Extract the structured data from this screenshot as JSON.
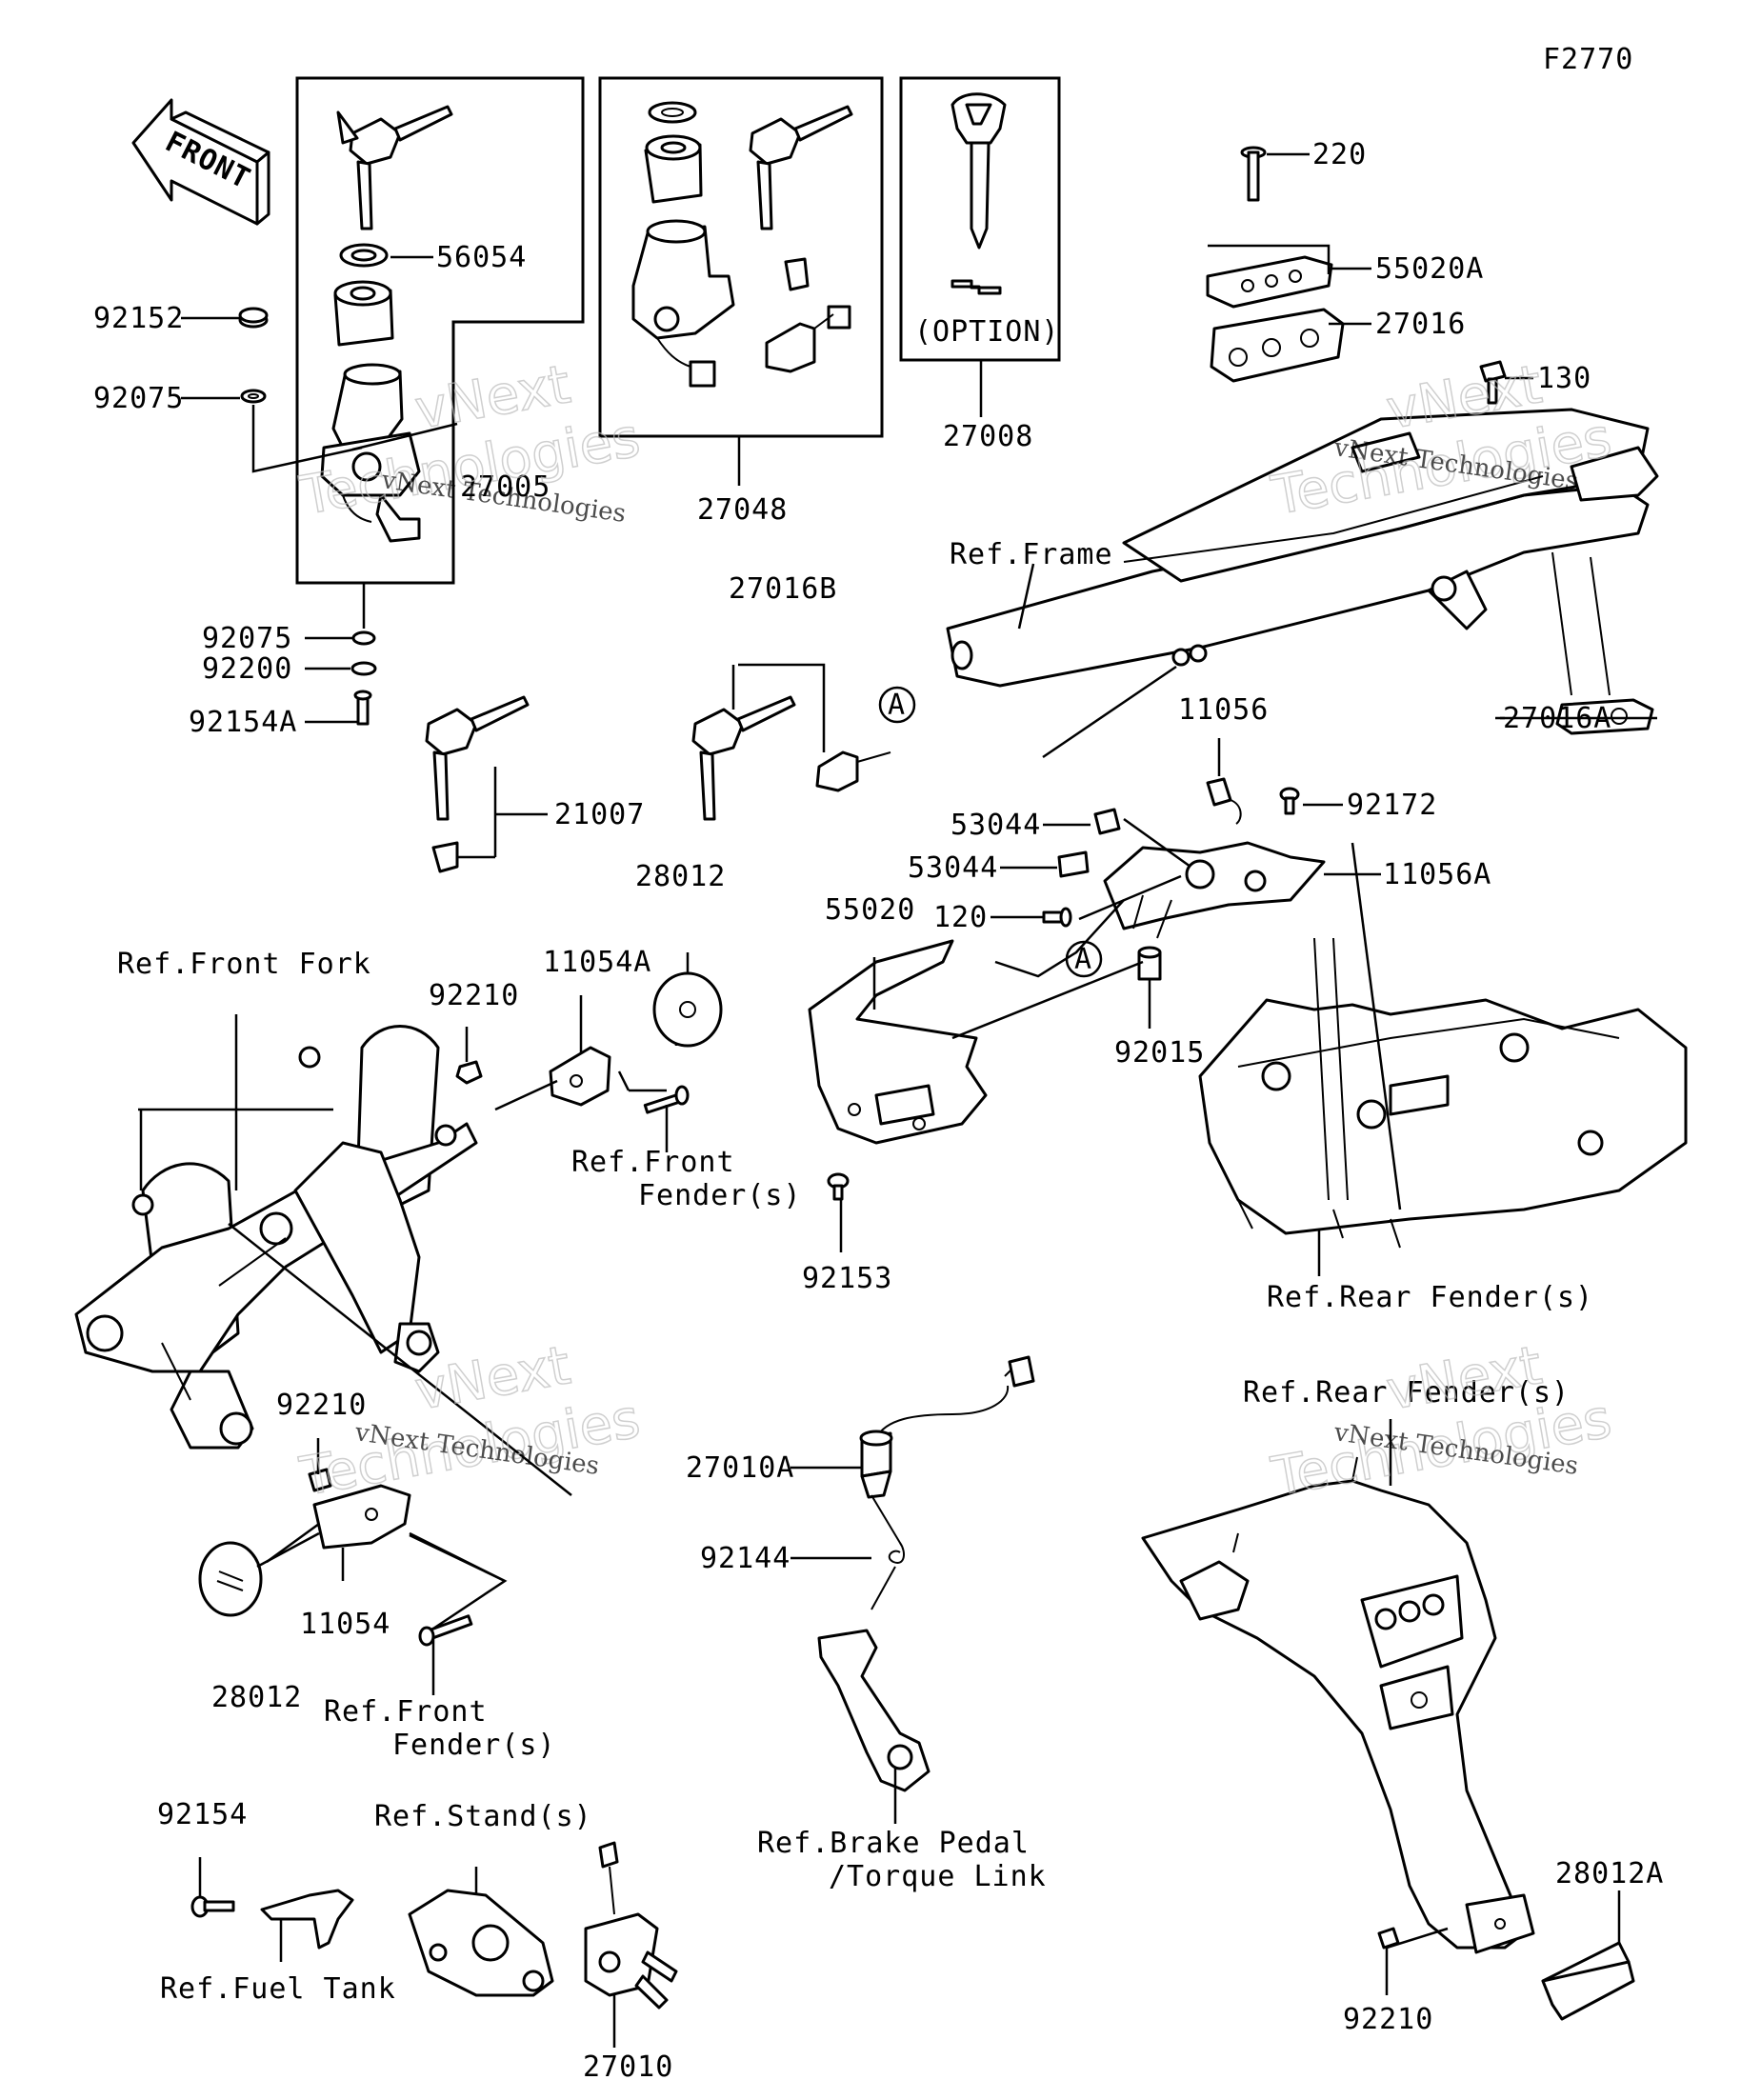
{
  "figure_code": "F2770",
  "front_arrow": "FRONT",
  "option_label": "(OPTION)",
  "watermark": {
    "line1": "vNext",
    "line2": "Technologies",
    "caption": "vNext Technologies"
  },
  "callouts": {
    "p220": "220",
    "p55020A": "55020A",
    "p27016": "27016",
    "p130": "130",
    "p56054": "56054",
    "p92152": "92152",
    "p92075a": "92075",
    "p27005": "27005",
    "p92075b": "92075",
    "p92200": "92200",
    "p92154A": "92154A",
    "p27048": "27048",
    "p27008": "27008",
    "p27016B": "27016B",
    "p21007": "21007",
    "p27016A": "27016A",
    "p11056": "11056",
    "p92172": "92172",
    "p53044a": "53044",
    "p53044b": "53044",
    "p11056A": "11056A",
    "p120": "120",
    "p28012a": "28012",
    "p11054A": "11054A",
    "p92210a": "92210",
    "p55020": "55020",
    "p92015": "92015",
    "p92153": "92153",
    "p92210b": "92210",
    "p11054": "11054",
    "p28012b": "28012",
    "p27010A": "27010A",
    "p92144": "92144",
    "p92154": "92154",
    "p27010": "27010",
    "p28012A": "28012A",
    "p92210c": "92210",
    "markA": "A"
  },
  "refs": {
    "frame": "Ref.Frame",
    "front_fork": "Ref.Front Fork",
    "front_fender_1a": "Ref.Front",
    "front_fender_1b": "Fender(s)",
    "front_fender_2a": "Ref.Front",
    "front_fender_2b": "Fender(s)",
    "rear_fender_1": "Ref.Rear Fender(s)",
    "rear_fender_2": "Ref.Rear Fender(s)",
    "brake_1": "Ref.Brake Pedal",
    "brake_2": "/Torque Link",
    "stand": "Ref.Stand(s)",
    "fuel_tank": "Ref.Fuel Tank"
  }
}
